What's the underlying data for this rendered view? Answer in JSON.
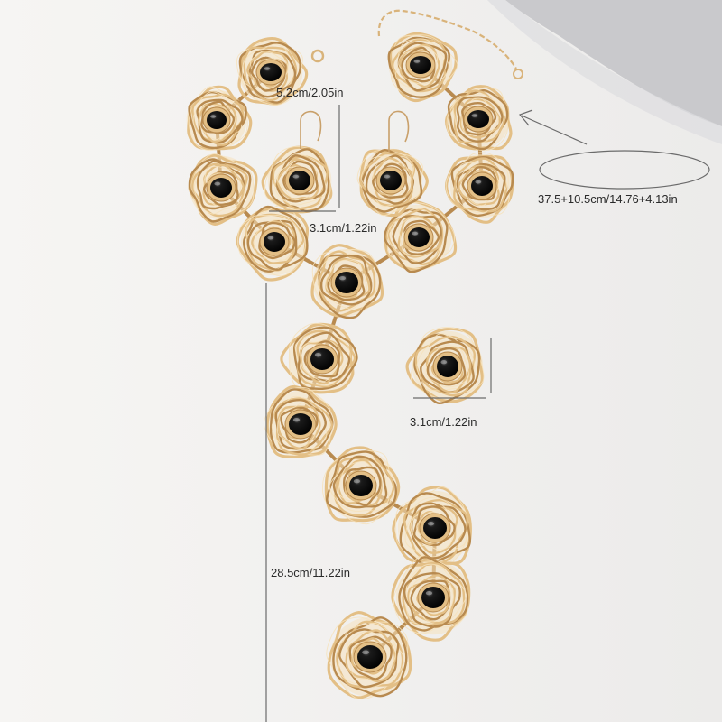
{
  "photo": {
    "subject": "gold-wire-spiral-jewelry-set-with-black-stones",
    "colors": {
      "background": "#f4f3f1",
      "shadow": "#c9c9cc",
      "gold": "#e3bf86",
      "gold_dark": "#b88a4f",
      "gold_light": "#f6e2bd",
      "stone": "#0c0c0c",
      "dimension_line": "#6b6b6b"
    }
  },
  "dimensions": {
    "earring_height": "5.2cm/2.05in",
    "earring_width": "3.1cm/1.22in",
    "necklace_length": "37.5+10.5cm/14.76+4.13in",
    "ring_width": "3.1cm/1.22in",
    "drop_length": "28.5cm/11.22in"
  }
}
